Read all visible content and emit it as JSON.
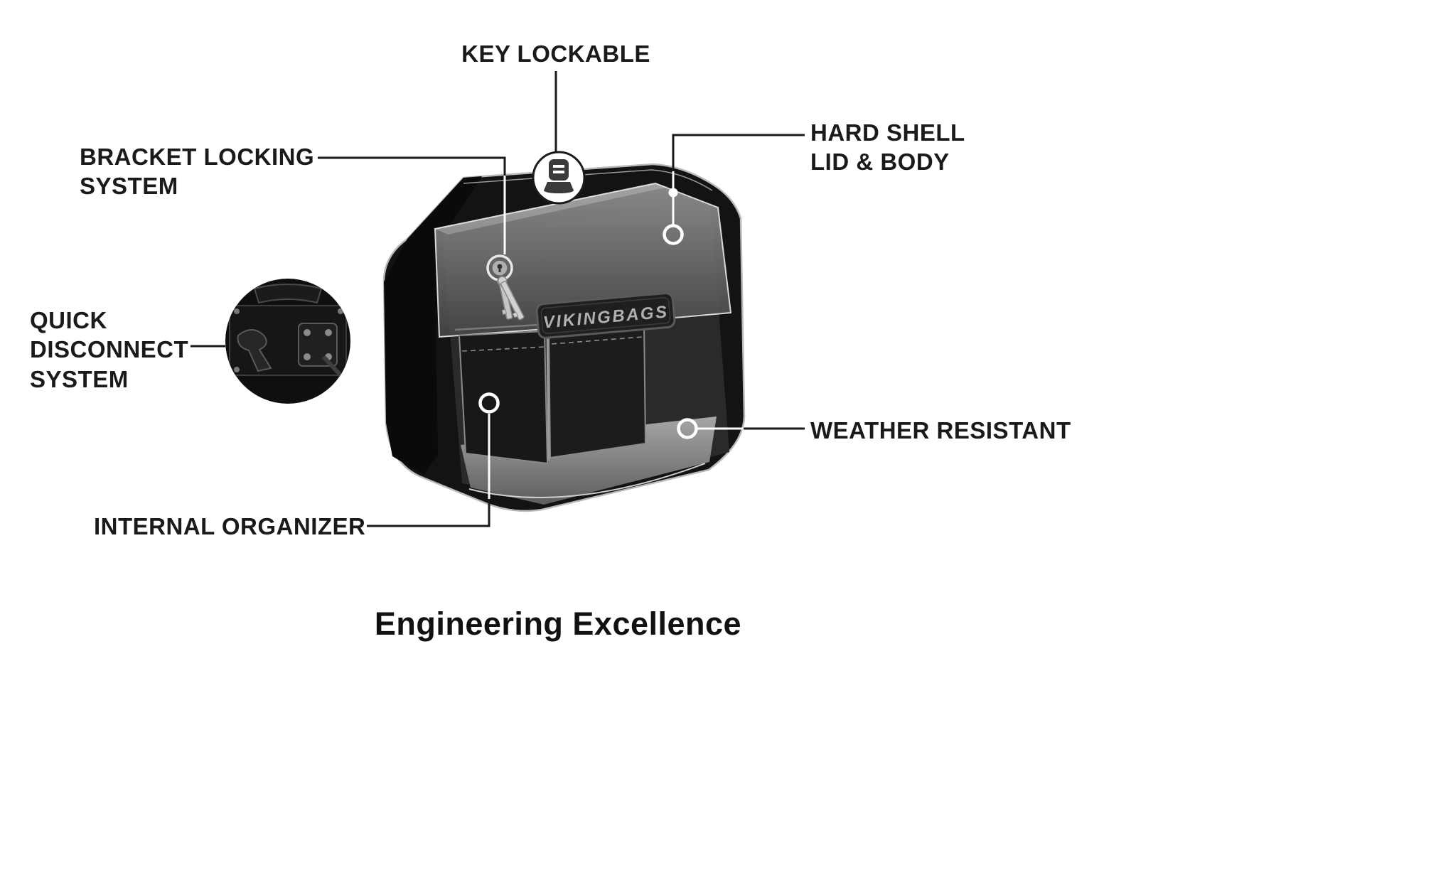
{
  "diagram": {
    "title": "Engineering Excellence",
    "product": {
      "brand_badge": "VIKINGBAGS"
    },
    "callouts": {
      "key_lockable": {
        "label": "KEY LOCKABLE"
      },
      "bracket_locking": {
        "label": "BRACKET LOCKING\nSYSTEM"
      },
      "hard_shell": {
        "label": "HARD SHELL\nLID & BODY"
      },
      "quick_disconnect": {
        "label": "QUICK\nDISCONNECT\nSYSTEM"
      },
      "weather_resistant": {
        "label": "WEATHER RESISTANT"
      },
      "internal_organizer": {
        "label": "INTERNAL ORGANIZER"
      }
    },
    "colors": {
      "label_text": "#1a1a1a",
      "callout_line": "#1a1a1a",
      "callout_line_on_dark": "#ffffff",
      "bag_body": "#131313",
      "badge_text": "#b0b0b0"
    }
  }
}
